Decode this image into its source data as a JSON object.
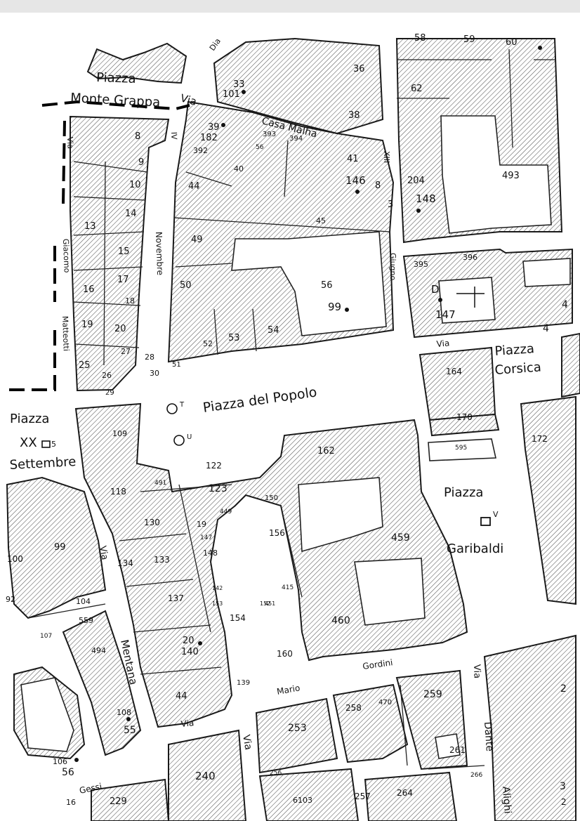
{
  "squares": {
    "monte_grappa_1": "Piazza",
    "monte_grappa_2": "Monte Grappa",
    "popolo": "Piazza del Popolo",
    "xx_1": "Piazza",
    "xx_2": "XX",
    "xx_3": "Settembre",
    "corsica_1": "Piazza",
    "corsica_2": "Corsica",
    "garibaldi_1": "Piazza",
    "garibaldi_2": "Garibaldi"
  },
  "streets": {
    "via_top": "Via",
    "casa_malha": "Casa Malha",
    "novembre": "Novembre",
    "iv": "IV",
    "giacomo": "Giacomo",
    "matteotti": "Matteotti",
    "xiii": "XIII",
    "giugno": "Giugno",
    "via_corsica": "Via",
    "via_mentana_1": "Via",
    "mentana": "Mentana",
    "gordini": "Gordini",
    "mario": "Mario",
    "via_mario": "Via",
    "via_mid": "Via",
    "via_dante": "Via",
    "dante": "Dante",
    "alighieri": "Alighi",
    "gessi": "Gessi",
    "dia": "Dia",
    "via_left": "Via"
  },
  "parcels": [
    "33",
    "101",
    "36",
    "38",
    "58",
    "59",
    "60",
    "62",
    "39",
    "182",
    "393",
    "394",
    "392",
    "56",
    "40",
    "41",
    "146",
    "8",
    "9",
    "10",
    "14",
    "13",
    "15",
    "17",
    "18",
    "16",
    "19",
    "20",
    "27",
    "28",
    "25",
    "26",
    "29",
    "30",
    "44",
    "45",
    "49",
    "50",
    "51",
    "52",
    "53",
    "54",
    "56",
    "99",
    "204",
    "148",
    "493",
    "3",
    "8",
    "395",
    "396",
    "D",
    "147",
    "4",
    "4",
    "164",
    "170",
    "172",
    "595",
    "109",
    "5",
    "162",
    "122",
    "491",
    "118",
    "123",
    "150",
    "449",
    "19",
    "147",
    "130",
    "148",
    "156",
    "459",
    "99",
    "100",
    "134",
    "133",
    "137",
    "104",
    "92",
    "559",
    "107",
    "494",
    "142",
    "153",
    "152",
    "154",
    "415",
    "451",
    "460",
    "20",
    "140",
    "160",
    "139",
    "44",
    "108",
    "55",
    "106",
    "56",
    "229",
    "16",
    "240",
    "253",
    "258",
    "470",
    "259",
    "261",
    "256",
    "6103",
    "257",
    "264",
    "266",
    "3",
    "2",
    "2"
  ],
  "markers": {
    "popolo_T": "T",
    "popolo_U": "U",
    "xx_marker": "5",
    "garibaldi_marker": "V"
  }
}
